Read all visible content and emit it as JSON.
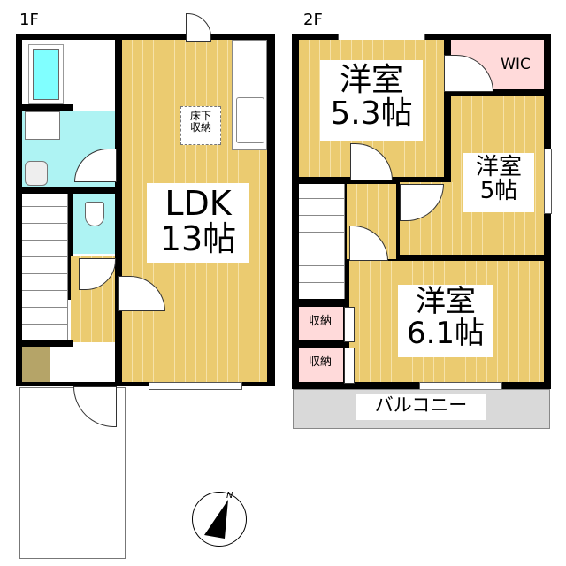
{
  "floors": [
    {
      "label": "1F",
      "rooms": {
        "ldk": {
          "name": "LDK",
          "size": "13帖"
        },
        "underfloor_storage": {
          "line1": "床下",
          "line2": "収納"
        }
      }
    },
    {
      "label": "2F",
      "rooms": {
        "room1": {
          "name": "洋室",
          "size": "5.3帖"
        },
        "wic": {
          "name": "WIC"
        },
        "room2": {
          "name": "洋室",
          "size": "5帖"
        },
        "room3": {
          "name": "洋室",
          "size": "6.1帖"
        },
        "storage1": {
          "name": "収納"
        },
        "storage2": {
          "name": "収納"
        },
        "balcony": {
          "name": "バルコニー"
        }
      }
    }
  ],
  "compass": {
    "label": "N"
  },
  "colors": {
    "wood": "#EBCB70",
    "wet_area": "#AEF3F3",
    "closet": "#FFDADA",
    "bathtub": "#80FFFF",
    "shoe_box": "#B5A468"
  }
}
